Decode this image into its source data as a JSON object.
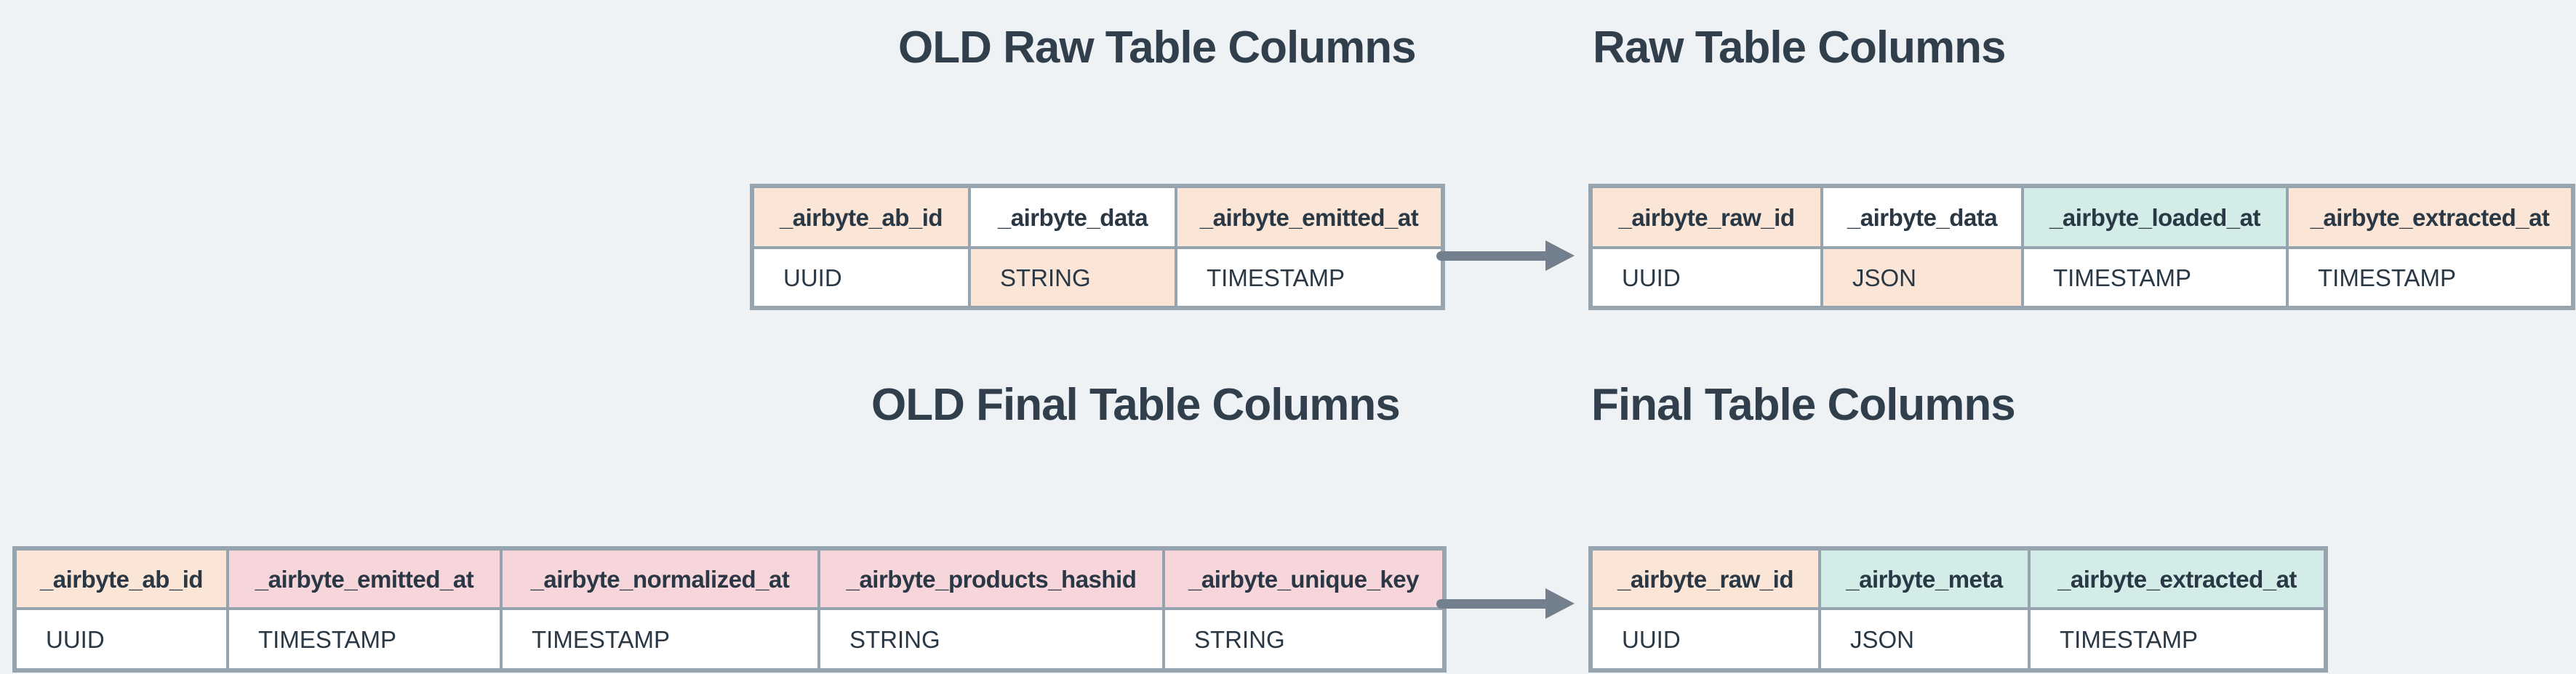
{
  "colors": {
    "background": "#eef2f5",
    "table_border": "#96a4b0",
    "cell_text": "#293844",
    "title_text": "#313f4c",
    "peach": "#fbe5d6",
    "pink": "#f7d6db",
    "mint": "#d3ece8",
    "arrow": "#72808d",
    "white": "#ffffff"
  },
  "titles": {
    "old_raw": "OLD Raw Table Columns",
    "raw": "Raw Table Columns",
    "old_final": "OLD Final Table Columns",
    "final": "Final Table Columns"
  },
  "tables": {
    "old_raw": {
      "title": "OLD Raw Table Columns",
      "columns": [
        {
          "name": "_airbyte_ab_id",
          "type": "UUID",
          "header_bg": "peach",
          "value_bg": "white"
        },
        {
          "name": "_airbyte_data",
          "type": "STRING",
          "header_bg": "white",
          "value_bg": "peach"
        },
        {
          "name": "_airbyte_emitted_at",
          "type": "TIMESTAMP",
          "header_bg": "peach",
          "value_bg": "white"
        }
      ]
    },
    "raw": {
      "title": "Raw Table Columns",
      "columns": [
        {
          "name": "_airbyte_raw_id",
          "type": "UUID",
          "header_bg": "peach",
          "value_bg": "white"
        },
        {
          "name": "_airbyte_data",
          "type": "JSON",
          "header_bg": "white",
          "value_bg": "peach"
        },
        {
          "name": "_airbyte_loaded_at",
          "type": "TIMESTAMP",
          "header_bg": "mint",
          "value_bg": "white"
        },
        {
          "name": "_airbyte_extracted_at",
          "type": "TIMESTAMP",
          "header_bg": "peach",
          "value_bg": "white"
        }
      ]
    },
    "old_final": {
      "title": "OLD Final Table Columns",
      "columns": [
        {
          "name": "_airbyte_ab_id",
          "type": "UUID",
          "header_bg": "peach",
          "value_bg": "white"
        },
        {
          "name": "_airbyte_emitted_at",
          "type": "TIMESTAMP",
          "header_bg": "pink",
          "value_bg": "white"
        },
        {
          "name": "_airbyte_normalized_at",
          "type": "TIMESTAMP",
          "header_bg": "pink",
          "value_bg": "white"
        },
        {
          "name": "_airbyte_products_hashid",
          "type": "STRING",
          "header_bg": "pink",
          "value_bg": "white"
        },
        {
          "name": "_airbyte_unique_key",
          "type": "STRING",
          "header_bg": "pink",
          "value_bg": "white"
        }
      ]
    },
    "final": {
      "title": "Final Table Columns",
      "columns": [
        {
          "name": "_airbyte_raw_id",
          "type": "UUID",
          "header_bg": "peach",
          "value_bg": "white"
        },
        {
          "name": "_airbyte_meta",
          "type": "JSON",
          "header_bg": "mint",
          "value_bg": "white"
        },
        {
          "name": "_airbyte_extracted_at",
          "type": "TIMESTAMP",
          "header_bg": "mint",
          "value_bg": "white"
        }
      ]
    }
  },
  "arrows": [
    {
      "id": "raw-migration-arrow"
    },
    {
      "id": "final-migration-arrow"
    }
  ]
}
